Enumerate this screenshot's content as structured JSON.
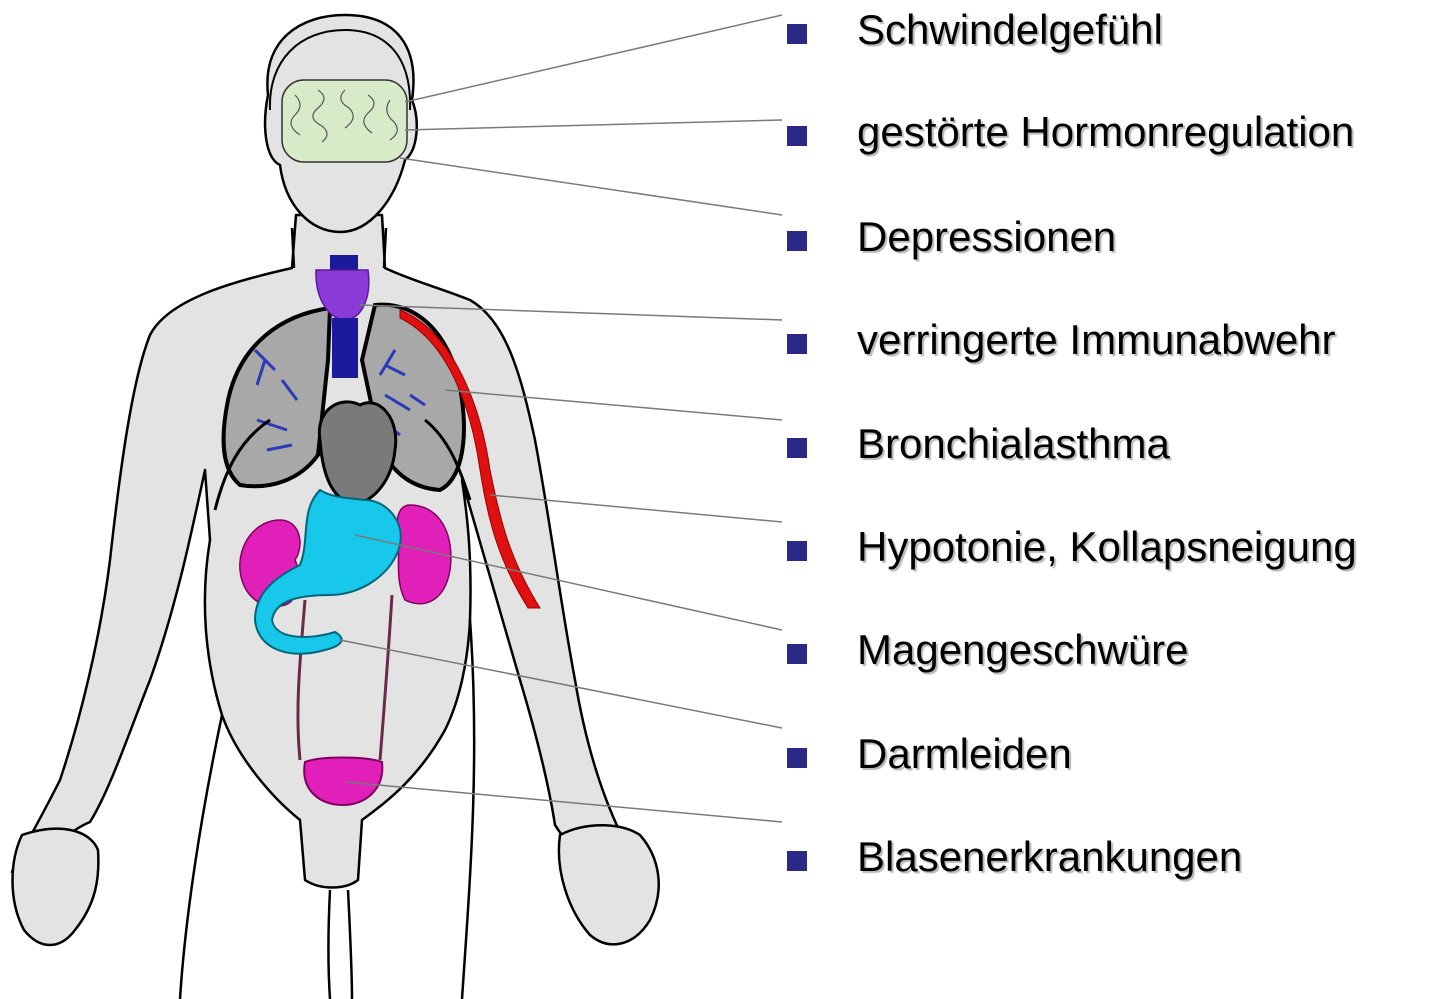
{
  "labels": [
    "Schwindelgefühl",
    "gestörte Hormonregulation",
    "Depressionen",
    "verringerte Immunabwehr",
    "Bronchialasthma",
    "Hypotonie, Kollapsneigung",
    "Magengeschwüre",
    "Darmleiden",
    "Blasenerkrankungen"
  ],
  "colors": {
    "body_fill": "#e3e3e3",
    "outline": "#000000",
    "brain": "#d8ebc8",
    "thyroid": "#8a3ad6",
    "trachea": "#1a1a9a",
    "lungs": "#a8a8a8",
    "bronchi": "#2a3ab8",
    "heart": "#7a7a7a",
    "aorta": "#e01010",
    "stomach": "#18c8ea",
    "kidneys": "#e020b8",
    "bladder": "#e020b8",
    "ureter": "#6a2a4a",
    "bullet": "#2a2a86",
    "leader_line": "#7a7a7a"
  }
}
